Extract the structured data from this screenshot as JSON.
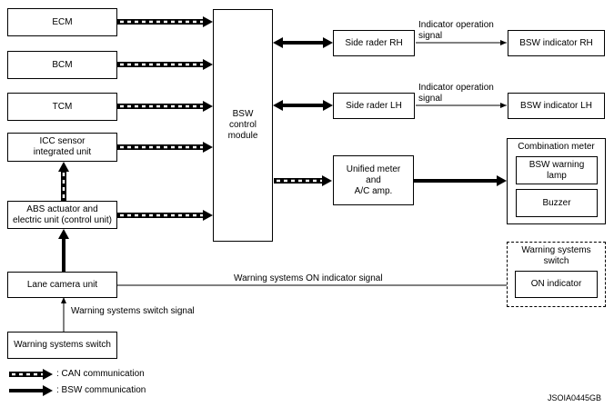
{
  "boxes": {
    "ecm": "ECM",
    "bcm": "BCM",
    "tcm": "TCM",
    "icc_line1": "ICC sensor",
    "icc_line2": "integrated unit",
    "abs_line1": "ABS actuator and",
    "abs_line2": "electric unit (control unit)",
    "lane_camera": "Lane camera unit",
    "warning_switch": "Warning systems switch",
    "bsw_line1": "BSW",
    "bsw_line2": "control",
    "bsw_line3": "module",
    "side_rh": "Side rader RH",
    "side_lh": "Side rader LH",
    "indicator_rh": "BSW indicator RH",
    "indicator_lh": "BSW indicator LH",
    "meter_line1": "Unified meter",
    "meter_line2": "and",
    "meter_line3": "A/C amp.",
    "combination_meter": "Combination meter",
    "warning_lamp_line1": "BSW warning",
    "warning_lamp_line2": "lamp",
    "buzzer": "Buzzer",
    "ws_group_line1": "Warning systems",
    "ws_group_line2": "switch",
    "on_indicator": "ON indicator"
  },
  "signals": {
    "indicator_rh_line1": "Indicator operation",
    "indicator_rh_line2": "signal",
    "indicator_lh_line1": "Indicator operation",
    "indicator_lh_line2": "signal",
    "warning_on": "Warning systems ON indicator signal",
    "switch_signal": "Warning systems switch signal"
  },
  "legend": {
    "can": ": CAN communication",
    "bsw": ": BSW communication"
  },
  "figure_code": "JSOIA0445GB",
  "colors": {
    "line": "#000000",
    "background": "#ffffff"
  }
}
